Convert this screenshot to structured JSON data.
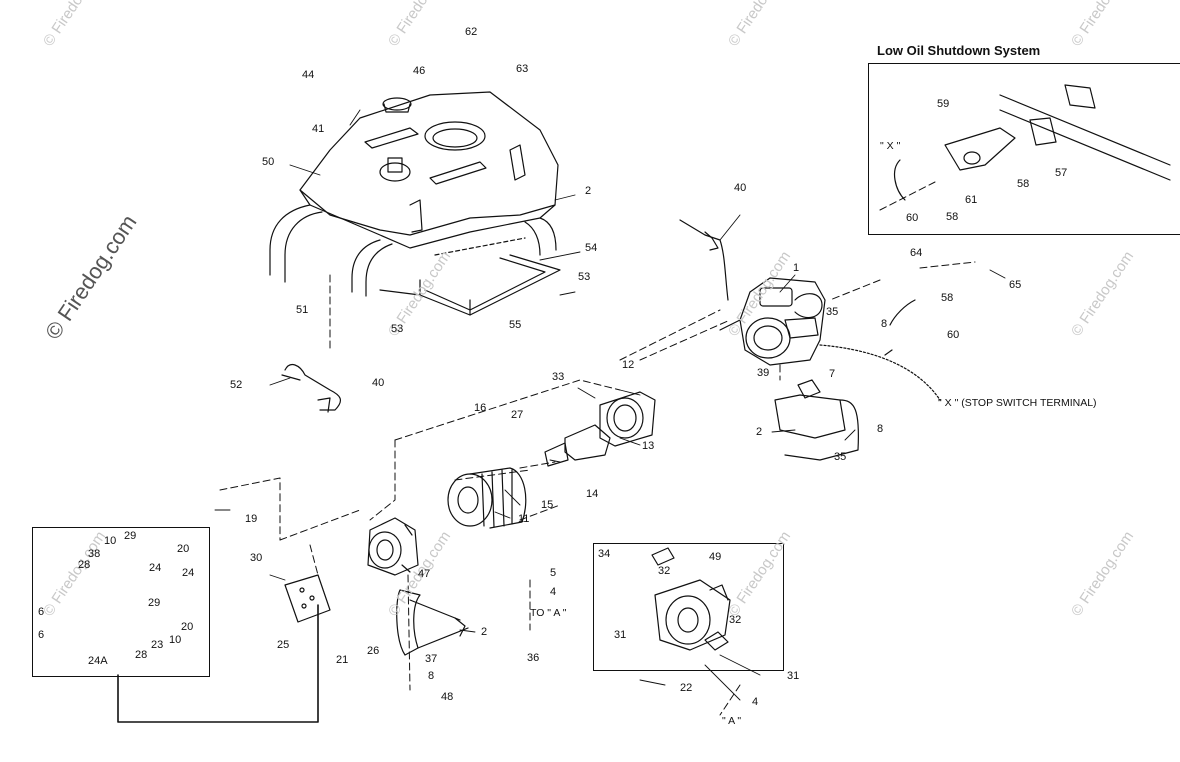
{
  "watermark": {
    "text": "© Firedog.com"
  },
  "inset_low_oil": {
    "title": "Low Oil Shutdown System"
  },
  "annotations": {
    "stop_switch": "\" X \" (STOP SWITCH TERMINAL)",
    "x_mark": "\" X \"",
    "to_a": "TO \" A \"",
    "a_mark": "\" A \""
  },
  "callouts": [
    "62",
    "44",
    "46",
    "63",
    "41",
    "50",
    "2",
    "40",
    "54",
    "53",
    "51",
    "53",
    "55",
    "52",
    "40",
    "1",
    "64",
    "65",
    "35",
    "8",
    "58",
    "60",
    "12",
    "33",
    "39",
    "7",
    "2",
    "8",
    "35",
    "16",
    "27",
    "13",
    "14",
    "15",
    "11",
    "19",
    "30",
    "47",
    "5",
    "4",
    "2",
    "21",
    "26",
    "25",
    "37",
    "8",
    "48",
    "36",
    "34",
    "32",
    "49",
    "32",
    "31",
    "31",
    "22",
    "4",
    "29",
    "10",
    "38",
    "20",
    "28",
    "24",
    "24",
    "6",
    "29",
    "20",
    "23",
    "10",
    "6",
    "28",
    "24A",
    "59",
    "57",
    "58",
    "61",
    "60",
    "58"
  ]
}
